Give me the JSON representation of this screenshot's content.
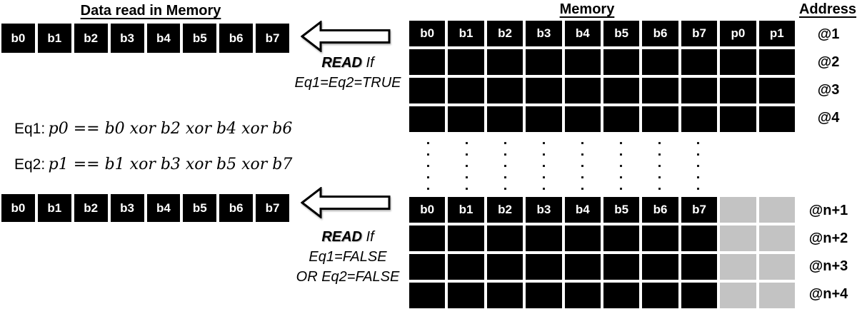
{
  "colors": {
    "cell_black": "#000000",
    "cell_gray": "#c3c3c3",
    "text_on_cell": "#ffffff"
  },
  "left": {
    "title": "Data read in Memory",
    "top_row": [
      "b0",
      "b1",
      "b2",
      "b3",
      "b4",
      "b5",
      "b6",
      "b7"
    ],
    "bottom_row": [
      "b0",
      "b1",
      "b2",
      "b3",
      "b4",
      "b5",
      "b6",
      "b7"
    ]
  },
  "equations": {
    "eq1": {
      "label": "Eq1:",
      "math": "p0 == b0 xor b2 xor b4 xor b6"
    },
    "eq2": {
      "label": "Eq2:",
      "math": "p1 == b1 xor b3 xor b5 xor b7"
    }
  },
  "read": {
    "top": {
      "keyword": "READ",
      "suffix": "If",
      "lines": [
        "Eq1=Eq2=TRUE"
      ]
    },
    "bottom": {
      "keyword": "READ",
      "suffix": "If",
      "lines": [
        "Eq1=FALSE",
        "OR Eq2=FALSE"
      ]
    }
  },
  "memory": {
    "title": "Memory",
    "address_title": "Address",
    "top_grid": {
      "columns": [
        "b0",
        "b1",
        "b2",
        "b3",
        "b4",
        "b5",
        "b6",
        "b7",
        "p0",
        "p1"
      ],
      "total_rows": 4,
      "addresses": [
        "@1",
        "@2",
        "@3",
        "@4"
      ]
    },
    "dots": {
      "rows": 5,
      "cols": 8
    },
    "bottom_grid": {
      "columns": [
        "b0",
        "b1",
        "b2",
        "b3",
        "b4",
        "b5",
        "b6",
        "b7",
        "",
        ""
      ],
      "gray_columns": [
        8,
        9
      ],
      "total_rows": 4,
      "addresses": [
        "@n+1",
        "@n+2",
        "@n+3",
        "@n+4"
      ]
    }
  }
}
